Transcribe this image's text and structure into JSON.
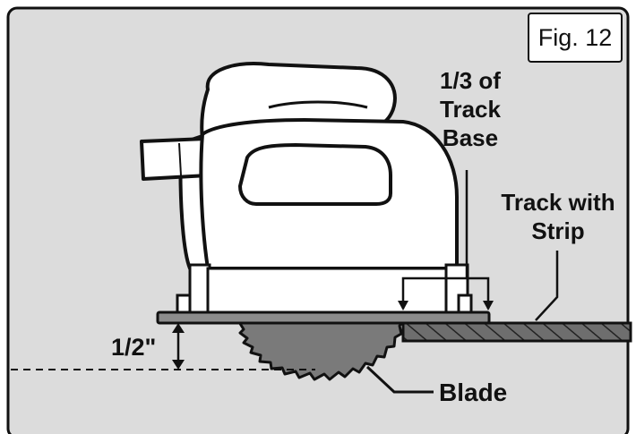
{
  "figure": {
    "fig_label": "Fig. 12",
    "label_third": "1/3 of Track Base",
    "label_track": "Track with Strip",
    "label_depth": "1/2\"",
    "label_blade": "Blade",
    "colors": {
      "background": "#dcdcdc",
      "outline": "#111111",
      "saw_body": "#ffffff",
      "blade": "#7a7a7a",
      "base_plate": "#8c8c8c",
      "track": "#6e6e6e"
    }
  }
}
